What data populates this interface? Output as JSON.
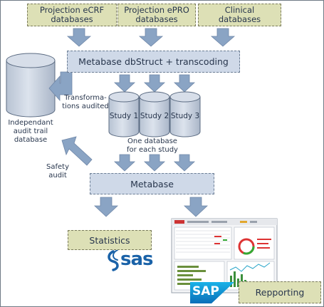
{
  "sources": [
    {
      "label": "Projection eCRF\ndatabases"
    },
    {
      "label": "Projection ePRO\ndatabases"
    },
    {
      "label": "Clinical\ndatabases"
    }
  ],
  "metabase_transcoding": {
    "label": "Metabase dbStruct + transcoding"
  },
  "audit_db": {
    "label": "Independant\naudit trail\ndatabase"
  },
  "transformations": {
    "label": "Transforma-\ntions audited"
  },
  "studies": [
    {
      "label": "Study 1"
    },
    {
      "label": "Study 2"
    },
    {
      "label": "Study 3"
    }
  ],
  "one_db": {
    "label": "One database\nfor each study"
  },
  "safety": {
    "label": "Safety\naudit"
  },
  "metabase": {
    "label": "Metabase"
  },
  "statistics": {
    "label": "Statistics"
  },
  "reporting": {
    "label": "Repporting"
  },
  "logos": {
    "sas": "sas",
    "sap": "SAP"
  },
  "colors": {
    "tan_box": "#dde0b6",
    "blue_box": "#cfd9e8",
    "arrow": "#8aa4c4",
    "cylinder": "#c6d0de"
  }
}
